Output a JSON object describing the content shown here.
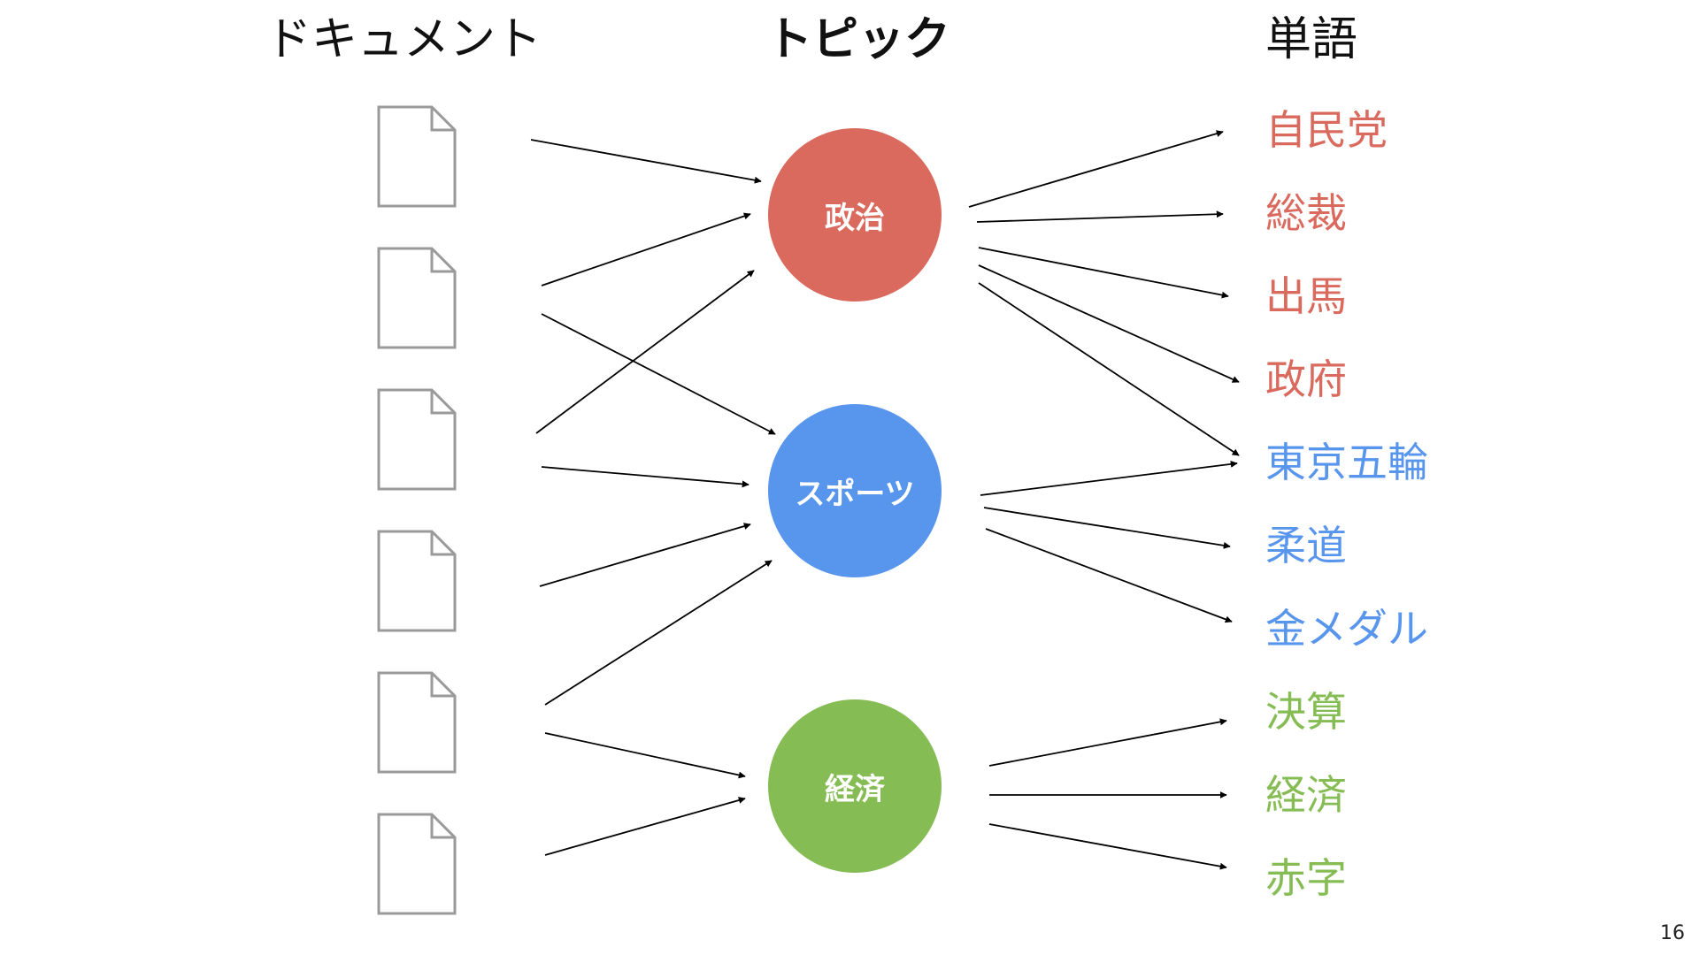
{
  "headers": {
    "documents": "ドキュメント",
    "topics": "トピック",
    "words": "単語"
  },
  "topics": [
    {
      "label": "政治",
      "color": "#DA6A5E"
    },
    {
      "label": "スポーツ",
      "color": "#5895ED"
    },
    {
      "label": "経済",
      "color": "#86BC54"
    }
  ],
  "words": [
    {
      "label": "自民党",
      "topic": 0
    },
    {
      "label": "総裁",
      "topic": 0
    },
    {
      "label": "出馬",
      "topic": 0
    },
    {
      "label": "政府",
      "topic": 0
    },
    {
      "label": "東京五輪",
      "topic": 1
    },
    {
      "label": "柔道",
      "topic": 1
    },
    {
      "label": "金メダル",
      "topic": 1
    },
    {
      "label": "決算",
      "topic": 2
    },
    {
      "label": "経済",
      "topic": 2
    },
    {
      "label": "赤字",
      "topic": 2
    }
  ],
  "document_count": 6,
  "page_number": "16"
}
